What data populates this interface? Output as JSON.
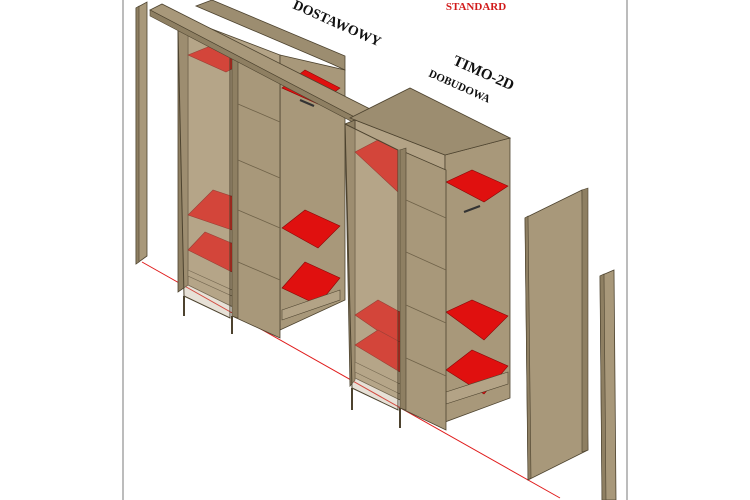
{
  "labels": {
    "standard": "STANDARD",
    "cabinet_left_subtitle": "DOSTAWOWY",
    "cabinet_right_title": "TIMO-2D",
    "cabinet_right_subtitle": "DOBUDOWA"
  },
  "colors": {
    "panel_face": "#a8987a",
    "panel_side": "#8e7f62",
    "panel_dark": "#6f6249",
    "panel_edge": "#4d432f",
    "shelf_red": "#e0100f",
    "shelf_red_dark": "#b50a0a",
    "frame_line": "#555555",
    "accent_line": "#e01a1a",
    "standard_text": "#d11a1a"
  },
  "icons": {
    "cabinet_left": "wardrobe-cabinet-icon",
    "cabinet_right": "wardrobe-cabinet-icon"
  }
}
